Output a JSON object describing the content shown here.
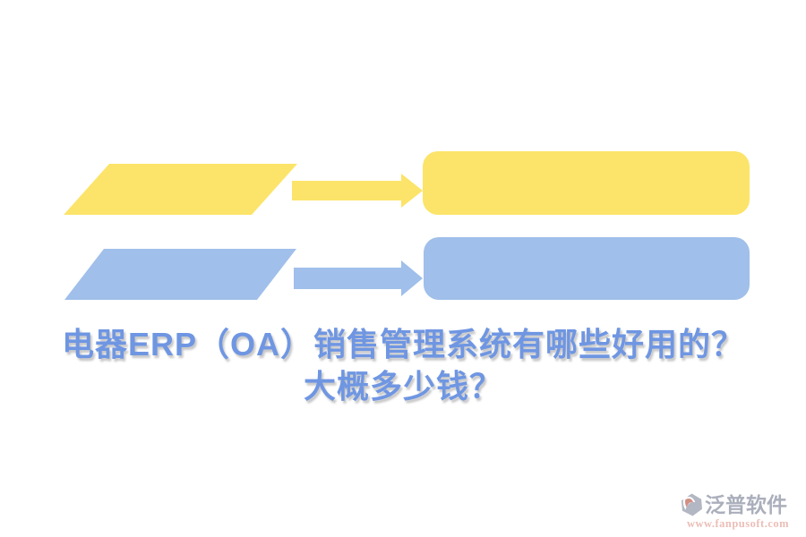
{
  "title": {
    "line1": "电器ERP（OA）销售管理系统有哪些好用的？",
    "line2": "大概多少钱？"
  },
  "colors": {
    "background": "#FFFFFF",
    "yellow": "#FCE46A",
    "blue": "#A0BFEA",
    "title_text": "#6F96E2",
    "watermark_gray": "#9AA0AF",
    "watermark_red": "#C46A5C",
    "watermark_url": "#E5A99F"
  },
  "diagram": {
    "type": "flow",
    "rows": [
      {
        "name": "row-yellow",
        "color": "#FCE46A",
        "shapes": [
          "parallelogram",
          "right-arrow",
          "rounded-rectangle"
        ],
        "label": ""
      },
      {
        "name": "row-blue",
        "color": "#A0BFEA",
        "shapes": [
          "parallelogram",
          "right-arrow",
          "rounded-rectangle"
        ],
        "label": ""
      }
    ]
  },
  "watermark": {
    "brand": "泛普软件",
    "url": "www.fanpusoft.com"
  }
}
